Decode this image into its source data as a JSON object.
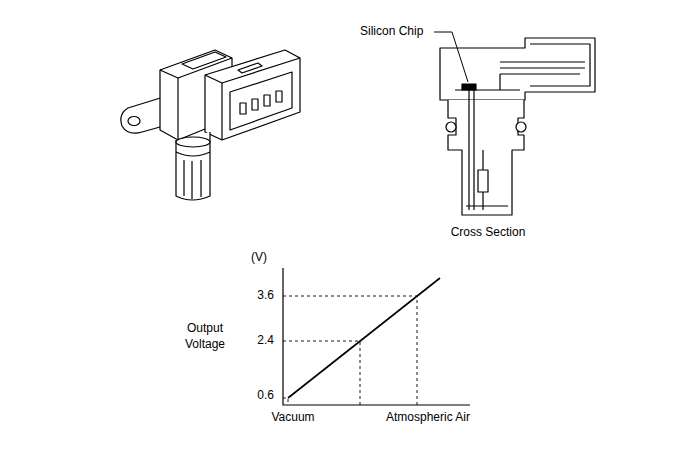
{
  "diagram": {
    "labels": [
      "Silicon Chip",
      "Cross Section",
      "(V)",
      "Output Voltage",
      "3.6",
      "2.4",
      "0.6",
      "Vacuum",
      "Atmospheric Air"
    ]
  }
}
